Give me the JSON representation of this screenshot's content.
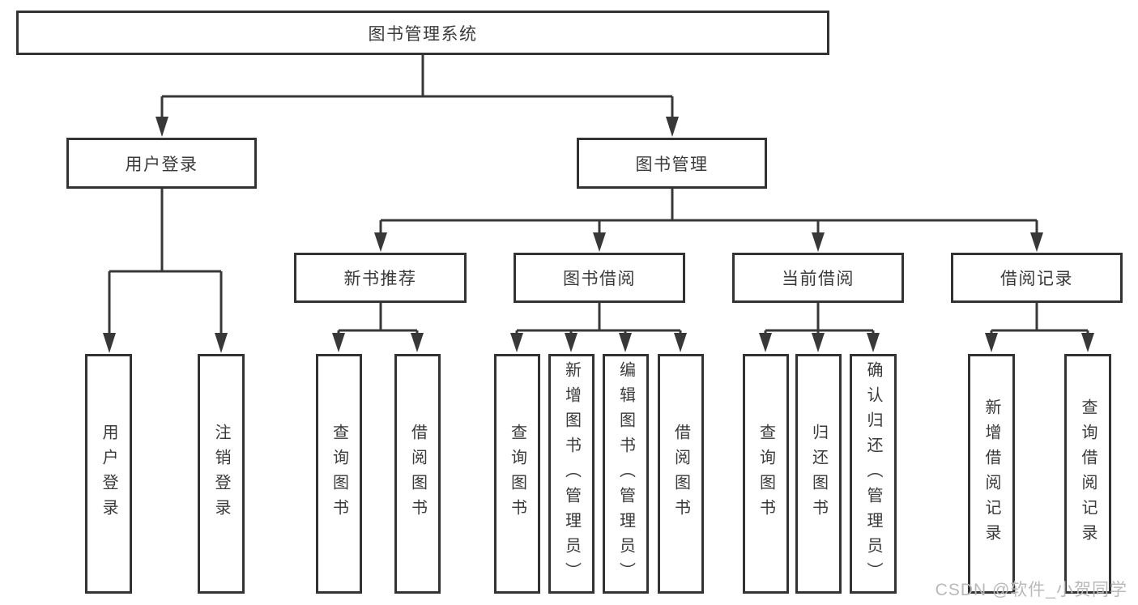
{
  "diagram": {
    "type": "tree",
    "title": "图书管理系统",
    "line_color": "#383838",
    "box_border_color": "#333333",
    "text_color": "#3a3a3a",
    "tree": {
      "label": "图书管理系统",
      "children": [
        {
          "label": "用户登录",
          "children": [
            {
              "label": "用户登录"
            },
            {
              "label": "注销登录"
            }
          ]
        },
        {
          "label": "图书管理",
          "children": [
            {
              "label": "新书推荐",
              "children": [
                {
                  "label": "查询图书"
                },
                {
                  "label": "借阅图书"
                }
              ]
            },
            {
              "label": "图书借阅",
              "children": [
                {
                  "label": "查询图书"
                },
                {
                  "label": "新增图书（管理员）"
                },
                {
                  "label": "编辑图书（管理员）"
                },
                {
                  "label": "借阅图书"
                }
              ]
            },
            {
              "label": "当前借阅",
              "children": [
                {
                  "label": "查询图书"
                },
                {
                  "label": "归还图书"
                },
                {
                  "label": "确认归还（管理员）"
                }
              ]
            },
            {
              "label": "借阅记录",
              "children": [
                {
                  "label": "新增借阅记录"
                },
                {
                  "label": "查询借阅记录"
                }
              ]
            }
          ]
        }
      ]
    }
  },
  "watermark": {
    "text": "CSDN @软件_小贺同学",
    "color": "#b9b9b9"
  }
}
